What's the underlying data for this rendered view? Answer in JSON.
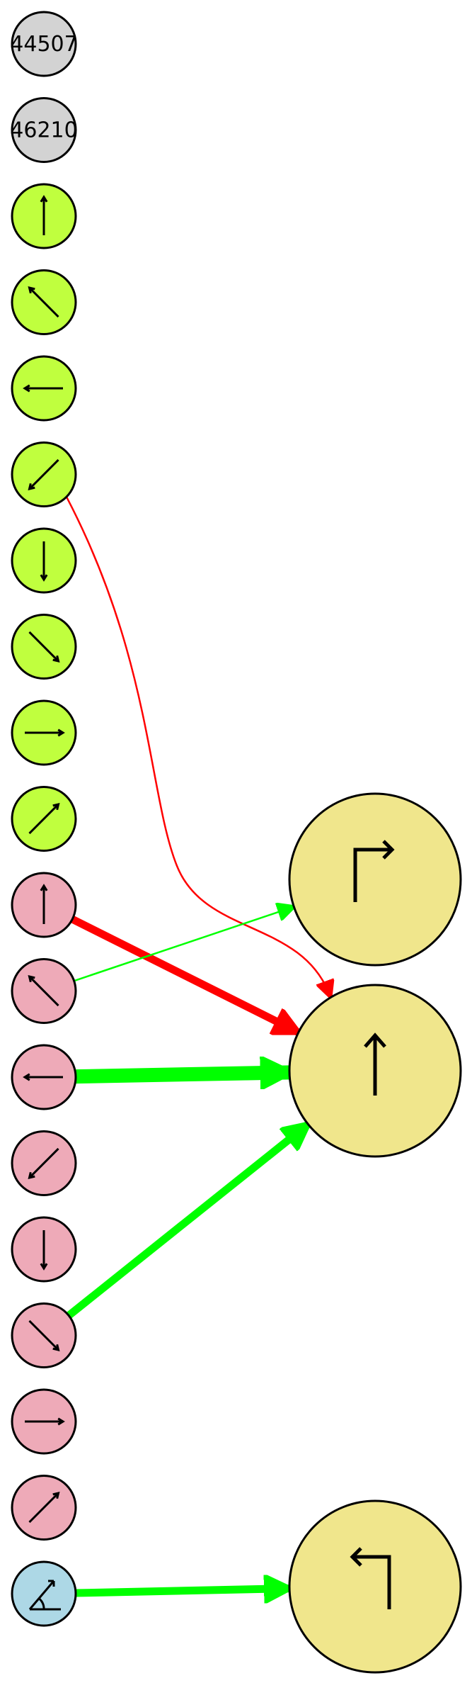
{
  "colors": {
    "grey_node": "#d3d3d3",
    "green_node": "#c0ff3e",
    "pink_node": "#eeaab8",
    "blue_node": "#add8e6",
    "big_node": "#f0e68c",
    "edge_red": "#ff0000",
    "edge_green": "#00ff00",
    "stroke": "#000000"
  },
  "left_nodes": [
    {
      "id": "n44507",
      "color": "grey_node",
      "label": "44507"
    },
    {
      "id": "n46210",
      "color": "grey_node",
      "label": "46210"
    },
    {
      "id": "g-up",
      "color": "green_node",
      "icon": "arrow-up-icon"
    },
    {
      "id": "g-upleft",
      "color": "green_node",
      "icon": "arrow-up-left-icon"
    },
    {
      "id": "g-left",
      "color": "green_node",
      "icon": "arrow-left-icon"
    },
    {
      "id": "g-downleft",
      "color": "green_node",
      "icon": "arrow-down-left-icon"
    },
    {
      "id": "g-down",
      "color": "green_node",
      "icon": "arrow-down-icon"
    },
    {
      "id": "g-downright",
      "color": "green_node",
      "icon": "arrow-down-right-icon"
    },
    {
      "id": "g-right",
      "color": "green_node",
      "icon": "arrow-right-icon"
    },
    {
      "id": "g-upright",
      "color": "green_node",
      "icon": "arrow-up-right-icon"
    },
    {
      "id": "p-up",
      "color": "pink_node",
      "icon": "arrow-up-icon"
    },
    {
      "id": "p-upleft",
      "color": "pink_node",
      "icon": "arrow-up-left-icon"
    },
    {
      "id": "p-left",
      "color": "pink_node",
      "icon": "arrow-left-icon"
    },
    {
      "id": "p-downleft",
      "color": "pink_node",
      "icon": "arrow-down-left-icon"
    },
    {
      "id": "p-down",
      "color": "pink_node",
      "icon": "arrow-down-icon"
    },
    {
      "id": "p-downright",
      "color": "pink_node",
      "icon": "arrow-down-right-icon"
    },
    {
      "id": "p-right",
      "color": "pink_node",
      "icon": "arrow-right-icon"
    },
    {
      "id": "p-upright",
      "color": "pink_node",
      "icon": "arrow-up-right-icon"
    },
    {
      "id": "b-angle",
      "color": "blue_node",
      "icon": "angle-icon"
    }
  ],
  "right_nodes": [
    {
      "id": "big-turn-right",
      "color": "big_node",
      "icon": "turn-right-icon"
    },
    {
      "id": "big-straight",
      "color": "big_node",
      "icon": "straight-up-icon"
    },
    {
      "id": "big-turn-left",
      "color": "big_node",
      "icon": "turn-left-icon"
    }
  ],
  "edges": [
    {
      "from": "g-downleft",
      "to": "big-straight",
      "color": "edge_red",
      "weight": "thin",
      "curve": "s-curve"
    },
    {
      "from": "p-up",
      "to": "big-straight",
      "color": "edge_red",
      "weight": "thick"
    },
    {
      "from": "p-upleft",
      "to": "big-turn-right",
      "color": "edge_green",
      "weight": "thin"
    },
    {
      "from": "p-left",
      "to": "big-straight",
      "color": "edge_green",
      "weight": "heavy"
    },
    {
      "from": "p-downright",
      "to": "big-straight",
      "color": "edge_green",
      "weight": "thick"
    },
    {
      "from": "b-angle",
      "to": "big-turn-left",
      "color": "edge_green",
      "weight": "thick"
    }
  ]
}
